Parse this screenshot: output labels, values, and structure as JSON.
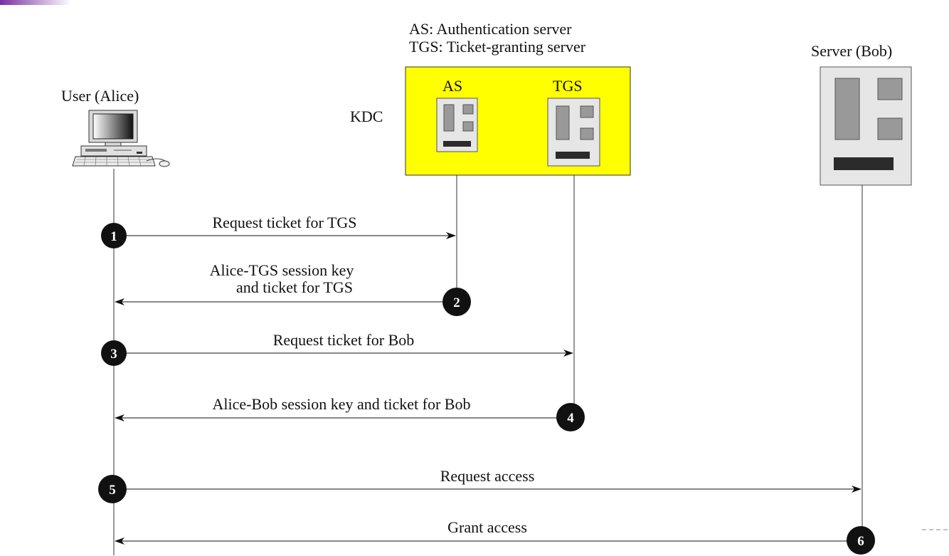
{
  "legend": {
    "as_line": "AS: Authentication server",
    "tgs_line": "TGS: Ticket-granting server"
  },
  "actors": {
    "user": "User (Alice)",
    "kdc": "KDC",
    "as": "AS",
    "tgs": "TGS",
    "server": "Server (Bob)"
  },
  "messages": [
    {
      "step": "1",
      "label": "Request ticket for TGS",
      "from": "user",
      "to": "as"
    },
    {
      "step": "2",
      "label_line1": "Alice-TGS session key",
      "label_line2": "and ticket for TGS",
      "from": "as",
      "to": "user"
    },
    {
      "step": "3",
      "label": "Request ticket for Bob",
      "from": "user",
      "to": "tgs"
    },
    {
      "step": "4",
      "label": "Alice-Bob session key and ticket for Bob",
      "from": "tgs",
      "to": "user"
    },
    {
      "step": "5",
      "label": "Request access",
      "from": "user",
      "to": "server"
    },
    {
      "step": "6",
      "label": "Grant access",
      "from": "server",
      "to": "user"
    }
  ],
  "colors": {
    "kdc_fill": "#ffff00",
    "server_fill": "#e6e6e6",
    "component_gray": "#999999",
    "component_dark": "#2b2b2b",
    "step_badge": "#111111",
    "accent_corner": "#7a2ea0"
  }
}
